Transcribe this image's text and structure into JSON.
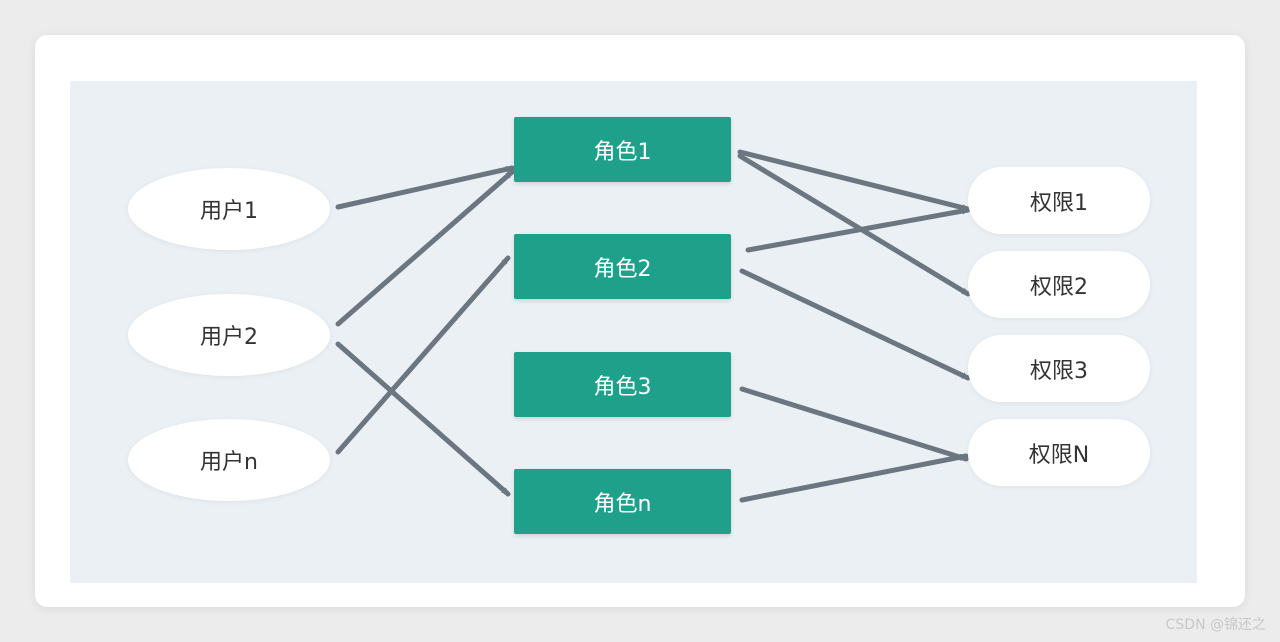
{
  "users": [
    {
      "id": "u1",
      "label": "用户1"
    },
    {
      "id": "u2",
      "label": "用户2"
    },
    {
      "id": "un",
      "label": "用户n"
    }
  ],
  "roles": [
    {
      "id": "r1",
      "label": "角色1"
    },
    {
      "id": "r2",
      "label": "角色2"
    },
    {
      "id": "r3",
      "label": "角色3"
    },
    {
      "id": "rn",
      "label": "角色n"
    }
  ],
  "permissions": [
    {
      "id": "p1",
      "label": "权限1"
    },
    {
      "id": "p2",
      "label": "权限2"
    },
    {
      "id": "p3",
      "label": "权限3"
    },
    {
      "id": "pn",
      "label": "权限N"
    }
  ],
  "edges": [
    {
      "from": "u1",
      "to": "r1"
    },
    {
      "from": "u2",
      "to": "r1"
    },
    {
      "from": "u2",
      "to": "rn"
    },
    {
      "from": "un",
      "to": "r2"
    },
    {
      "from": "r1",
      "to": "p1"
    },
    {
      "from": "r1",
      "to": "p2"
    },
    {
      "from": "r2",
      "to": "p1"
    },
    {
      "from": "r2",
      "to": "p3"
    },
    {
      "from": "r3",
      "to": "pn"
    },
    {
      "from": "rn",
      "to": "pn"
    }
  ],
  "colors": {
    "role_fill": "#1fa08a",
    "arrow": "#6b7681",
    "canvas": "#eaf0f4"
  },
  "watermark": "CSDN @锦还之"
}
